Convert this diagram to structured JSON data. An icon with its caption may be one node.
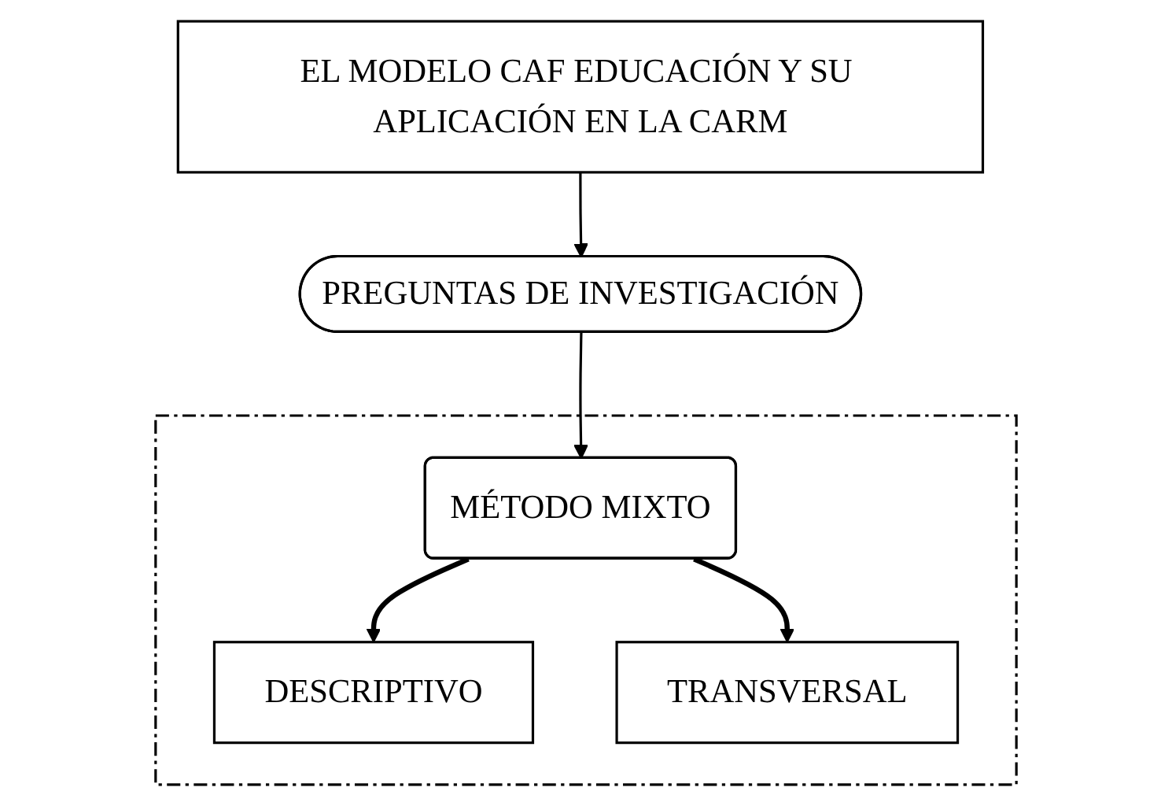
{
  "diagram": {
    "nodes": [
      {
        "text": [
          "EL MODELO CAF EDUCACIÓN Y SU APLICACIÓN EN LA CARM"
        ]
      },
      {
        "text": [
          "PREGUNTAS DE INVESTIGACIÓN"
        ]
      },
      {
        "text": [],
        "shape": "box"
      },
      {
        "text": [
          "MÉTODO MIXTO"
        ],
        "in": 2
      },
      {
        "text": [
          "DESCRIPTIVO"
        ],
        "in": 2
      },
      {
        "text": [
          "TRANSVERSAL"
        ],
        "in": 2
      }
    ],
    "edges": [
      {
        "from": 0,
        "to": 1,
        "arrow": "to"
      },
      {
        "from": 1,
        "to": 3,
        "arrow": "to"
      },
      {
        "from": 3,
        "to": 4,
        "arrow": "to",
        "style": "thick"
      },
      {
        "from": 3,
        "to": 5,
        "arrow": "to",
        "style": "thick"
      }
    ]
  }
}
